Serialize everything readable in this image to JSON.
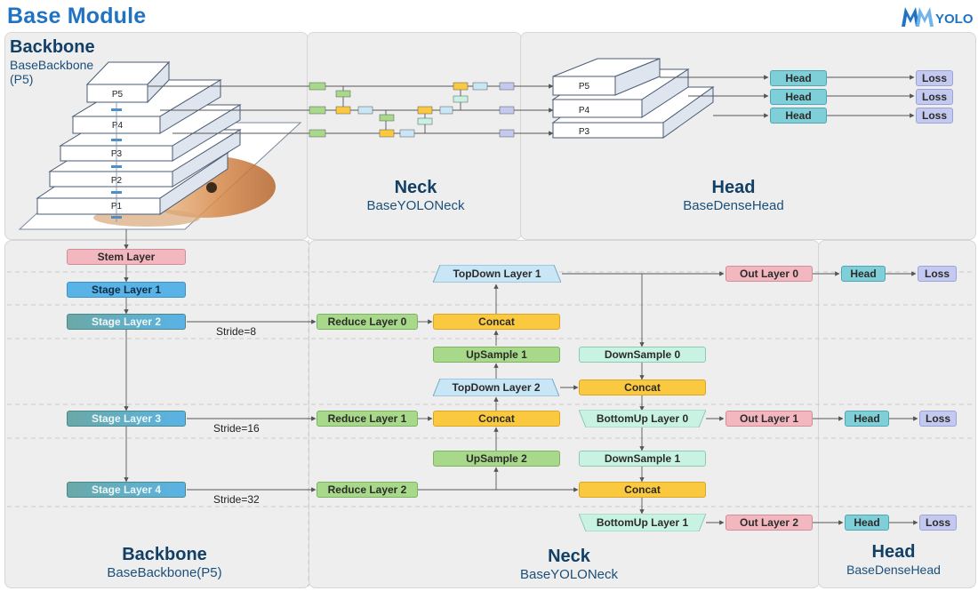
{
  "title": "Base Module",
  "logo": {
    "mm": "MM",
    "yolo": "YOLO"
  },
  "colors": {
    "title": "#1f73c2",
    "section": "#123f66",
    "green": "#a8d98a",
    "pink": "#f3b8bf",
    "teal": "#6aa9a7",
    "blue": "#59b3e6",
    "yellow": "#fbc93f",
    "mint": "#c8f2e2",
    "lavender": "#c4c9ef",
    "cyan": "#7fcfd9"
  },
  "top": {
    "backbone": {
      "title": "Backbone",
      "sub1": "BaseBackbone",
      "sub2": "(P5)"
    },
    "pyramid": [
      "P5",
      "P4",
      "P3",
      "P2",
      "P1"
    ],
    "neck": {
      "title": "Neck",
      "sub": "BaseYOLONeck"
    },
    "head": {
      "title": "Head",
      "sub": "BaseDenseHead"
    },
    "outputs": [
      "P5",
      "P4",
      "P3"
    ],
    "heads": [
      "Head",
      "Head",
      "Head"
    ],
    "losses": [
      "Loss",
      "Loss",
      "Loss"
    ]
  },
  "bottom": {
    "backbone": {
      "title": "Backbone",
      "sub": "BaseBackbone(P5)",
      "stem": "Stem Layer",
      "stage1": "Stage Layer 1",
      "stage2": "Stage Layer 2",
      "stage3": "Stage Layer 3",
      "stage4": "Stage Layer 4"
    },
    "strides": [
      "Stride=8",
      "Stride=16",
      "Stride=32"
    ],
    "neck": {
      "title": "Neck",
      "sub": "BaseYOLONeck",
      "reduce0": "Reduce Layer 0",
      "reduce1": "Reduce Layer 1",
      "reduce2": "Reduce Layer 2",
      "topdown1": "TopDown Layer 1",
      "topdown2": "TopDown Layer 2",
      "concat_a": "Concat",
      "concat_b": "Concat",
      "concat_c": "Concat",
      "concat_d": "Concat",
      "upsample1": "UpSample 1",
      "upsample2": "UpSample 2",
      "downsample0": "DownSample 0",
      "downsample1": "DownSample 1",
      "bottomup0": "BottomUp Layer 0",
      "bottomup1": "BottomUp Layer 1",
      "out0": "Out Layer 0",
      "out1": "Out Layer 1",
      "out2": "Out Layer 2"
    },
    "head": {
      "title": "Head",
      "sub": "BaseDenseHead",
      "heads": [
        "Head",
        "Head",
        "Head"
      ],
      "losses": [
        "Loss",
        "Loss",
        "Loss"
      ]
    }
  }
}
